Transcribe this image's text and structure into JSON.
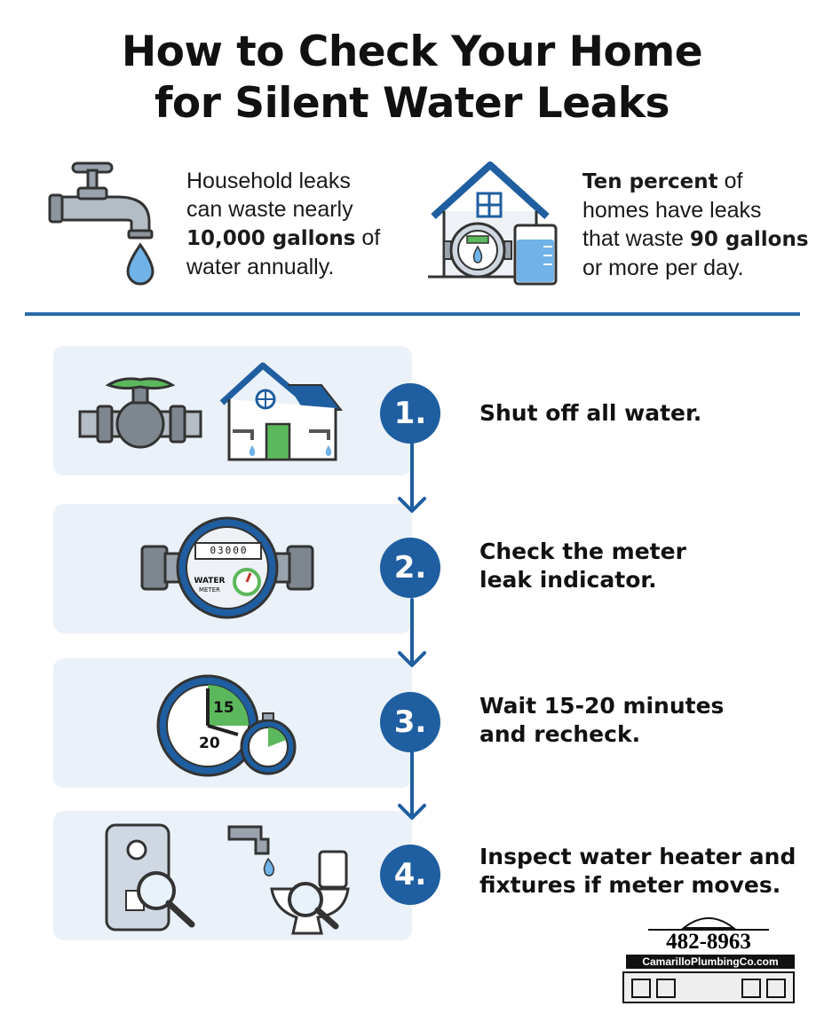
{
  "title": {
    "line1": "How to Check Your Home",
    "line2": "for Silent Water Leaks"
  },
  "stats": {
    "left": {
      "line1": "Household leaks",
      "line2": "can waste nearly",
      "line3_bold": "10,000 gallons",
      "line3_rest": " of",
      "line4": "water annually."
    },
    "right": {
      "line1_bold": "Ten percent",
      "line1_rest": " of",
      "line2": "homes have leaks",
      "line3_pre": "that waste ",
      "line3_bold": "90 gallons",
      "line4": "or more per day."
    }
  },
  "steps": [
    {
      "number": "1.",
      "line1": "Shut off all water.",
      "line2": ""
    },
    {
      "number": "2.",
      "line1": "Check the meter",
      "line2": "leak indicator."
    },
    {
      "number": "3.",
      "line1": "Wait 15-20 minutes",
      "line2": "and recheck."
    },
    {
      "number": "4.",
      "line1": "Inspect water heater and",
      "line2": "fixtures if meter moves."
    }
  ],
  "meter": {
    "digits": "03000",
    "label_top": "WATER",
    "label_bottom": "METER"
  },
  "clock": {
    "label_15": "15",
    "label_20": "20"
  },
  "logo": {
    "phone": "482-8963",
    "url": "CamarilloPlumbingCo.com"
  },
  "colors": {
    "accent_blue": "#1f5ea0",
    "divider_blue": "#2a6aa8",
    "panel_bg": "#eaf1f8",
    "green": "#5cb85c"
  }
}
